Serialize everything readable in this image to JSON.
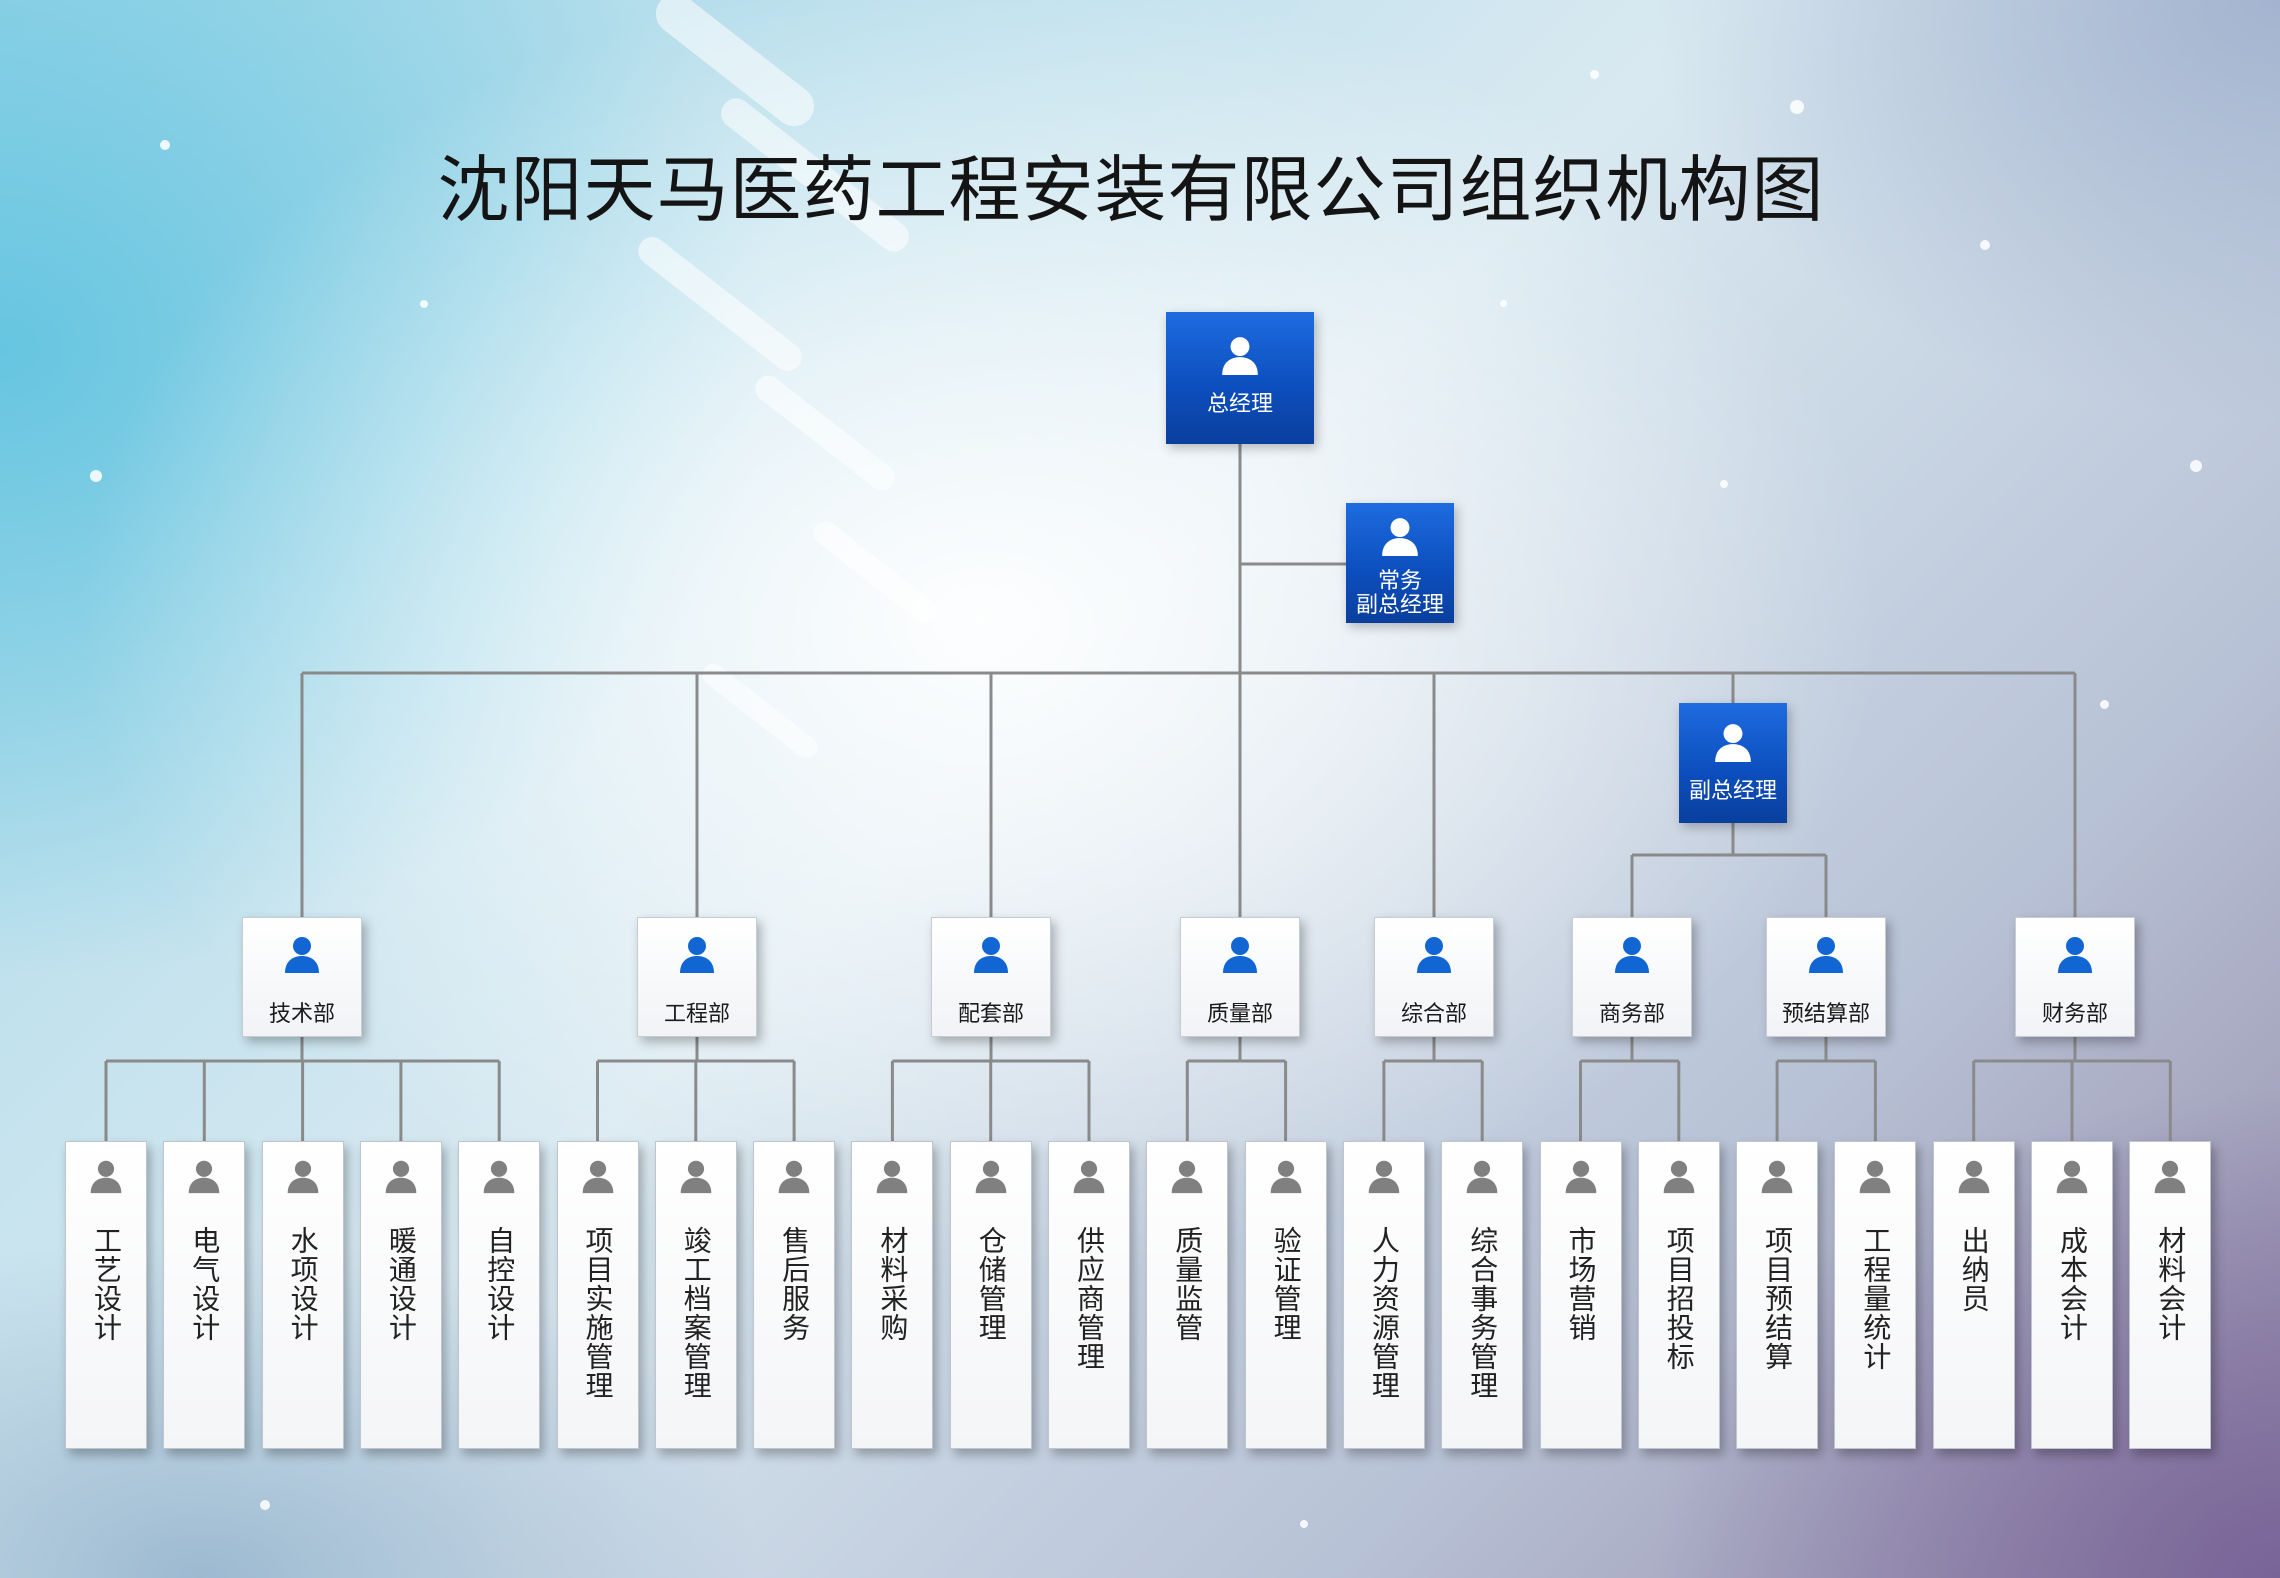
{
  "title": "沈阳天马医药工程安装有限公司组织机构图",
  "colors": {
    "exec_box": "#0d4fbf",
    "line": "#8a8a8a",
    "dept_icon": "#1266d4",
    "leaf_icon": "#808080"
  },
  "icons": {
    "person": "person-icon"
  },
  "nodes": {
    "ceo": "总经理",
    "executive_vp": [
      "常务",
      "副总经理"
    ],
    "vp": "副总经理"
  },
  "departments": [
    {
      "name": "技术部",
      "roles": [
        "工艺设计",
        "电气设计",
        "水项设计",
        "暖通设计",
        "自控设计"
      ]
    },
    {
      "name": "工程部",
      "roles": [
        "项目实施管理",
        "竣工档案管理",
        "售后服务"
      ]
    },
    {
      "name": "配套部",
      "roles": [
        "材料采购",
        "仓储管理",
        "供应商管理"
      ]
    },
    {
      "name": "质量部",
      "roles": [
        "质量监管",
        "验证管理"
      ]
    },
    {
      "name": "综合部",
      "roles": [
        "人力资源管理",
        "综合事务管理"
      ]
    },
    {
      "name": "商务部",
      "roles": [
        "市场营销",
        "项目招投标"
      ]
    },
    {
      "name": "预结算部",
      "roles": [
        "项目预结算",
        "工程量统计"
      ]
    },
    {
      "name": "财务部",
      "roles": [
        "出纳员",
        "成本会计",
        "材料会计"
      ]
    }
  ]
}
